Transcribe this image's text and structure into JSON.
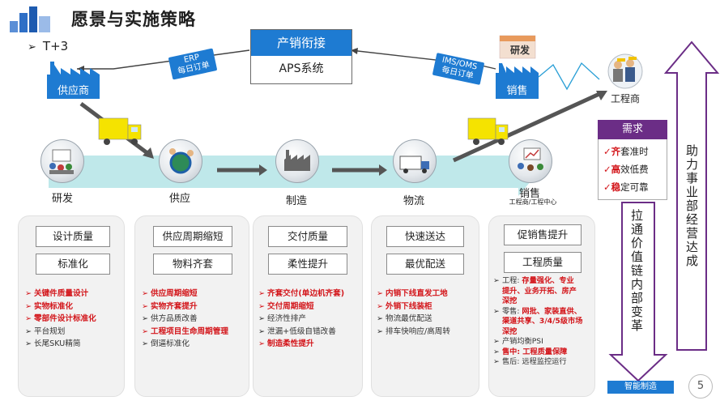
{
  "header": {
    "title": "愿景与实施策略",
    "bullet": "T+3"
  },
  "top_flow": {
    "prod_box_title": "产销衔接",
    "prod_box_sub": "APS系统",
    "erp_tag": [
      "ERP",
      "每日订单"
    ],
    "ims_tag": [
      "IMS/OMS",
      "每日订单"
    ],
    "supplier_label": "供应商",
    "sales_label": "销售",
    "sales_top_label": "研发",
    "engineer_label": "工程商"
  },
  "stages": [
    {
      "name": "研发"
    },
    {
      "name": "供应"
    },
    {
      "name": "制造"
    },
    {
      "name": "物流"
    },
    {
      "name": "销售",
      "sub": "工程商/工程中心"
    }
  ],
  "cards": [
    {
      "boxes": [
        "设计质量",
        "标准化"
      ],
      "items": [
        {
          "text": "关键件质量设计",
          "style": "red"
        },
        {
          "text": "实物标准化",
          "style": "red"
        },
        {
          "text": "零部件设计标准化",
          "style": "red"
        },
        {
          "text": "平台规划",
          "style": "blk"
        },
        {
          "text": "长尾SKU精简",
          "style": "blk"
        }
      ]
    },
    {
      "boxes": [
        "供应周期缩短",
        "物料齐套"
      ],
      "items": [
        {
          "text": "供应周期缩短",
          "style": "red"
        },
        {
          "text": "实物齐套提升",
          "style": "red"
        },
        {
          "text": "供方品质改善",
          "style": "blk"
        },
        {
          "text": "工程项目生命周期管理",
          "style": "red"
        },
        {
          "text": "倒逼标准化",
          "style": "blk"
        }
      ]
    },
    {
      "boxes": [
        "交付质量",
        "柔性提升"
      ],
      "items": [
        {
          "text": "齐套交付(单边机齐套)",
          "style": "red"
        },
        {
          "text": "交付周期缩短",
          "style": "red"
        },
        {
          "text": "经济性排产",
          "style": "blk"
        },
        {
          "text": "泄漏+低级自错改善",
          "style": "blk"
        },
        {
          "text": "制造柔性提升",
          "style": "red"
        }
      ]
    },
    {
      "boxes": [
        "快速送达",
        "最优配送"
      ],
      "items": [
        {
          "text": "内销下线直发工地",
          "style": "red"
        },
        {
          "text": "外销下线装柜",
          "style": "red"
        },
        {
          "text": "物流最优配送",
          "style": "blk"
        },
        {
          "text": "排车快响应/高周转",
          "style": "blk"
        }
      ]
    },
    {
      "boxes": [
        "促销售提升",
        "工程质量"
      ],
      "items": [
        {
          "segments": [
            {
              "t": "工程: ",
              "s": "blk"
            },
            {
              "t": "存量强化、专业",
              "s": "red"
            }
          ]
        },
        {
          "segments": [
            {
              "t": "提升、业务开拓、房产",
              "s": "red"
            }
          ],
          "indent": true
        },
        {
          "segments": [
            {
              "t": "深挖",
              "s": "red"
            }
          ],
          "indent": true
        },
        {
          "segments": [
            {
              "t": "零售: ",
              "s": "blk"
            },
            {
              "t": "网批、家装直供、",
              "s": "red"
            }
          ]
        },
        {
          "segments": [
            {
              "t": "渠道共享、3/4/5级市场",
              "s": "red"
            }
          ],
          "indent": true
        },
        {
          "segments": [
            {
              "t": "深挖",
              "s": "red"
            }
          ],
          "indent": true
        },
        {
          "segments": [
            {
              "t": "产销均衡PSI",
              "s": "blk"
            }
          ]
        },
        {
          "segments": [
            {
              "t": "售中: 工程质量保障",
              "s": "red"
            }
          ]
        },
        {
          "segments": [
            {
              "t": "售后: 远程监控运行",
              "s": "blk"
            }
          ]
        }
      ]
    }
  ],
  "demand": {
    "head": "需求",
    "items": [
      {
        "mark": "✓",
        "em": "齐",
        "rest": "套准时"
      },
      {
        "mark": "✓",
        "em": "高",
        "rest": "效低费"
      },
      {
        "mark": "✓",
        "em": "稳",
        "rest": "定可靠"
      }
    ]
  },
  "value_chain_text": "拉通价值链内部变革",
  "business_text": "助力事业部经营达成",
  "footer": {
    "brand": "智能制造",
    "page": "5"
  },
  "colors": {
    "accent_blue": "#1e7bd2",
    "purple": "#6b2d86",
    "red": "#d3161b",
    "teal_arrow": "#7fd0d3"
  }
}
